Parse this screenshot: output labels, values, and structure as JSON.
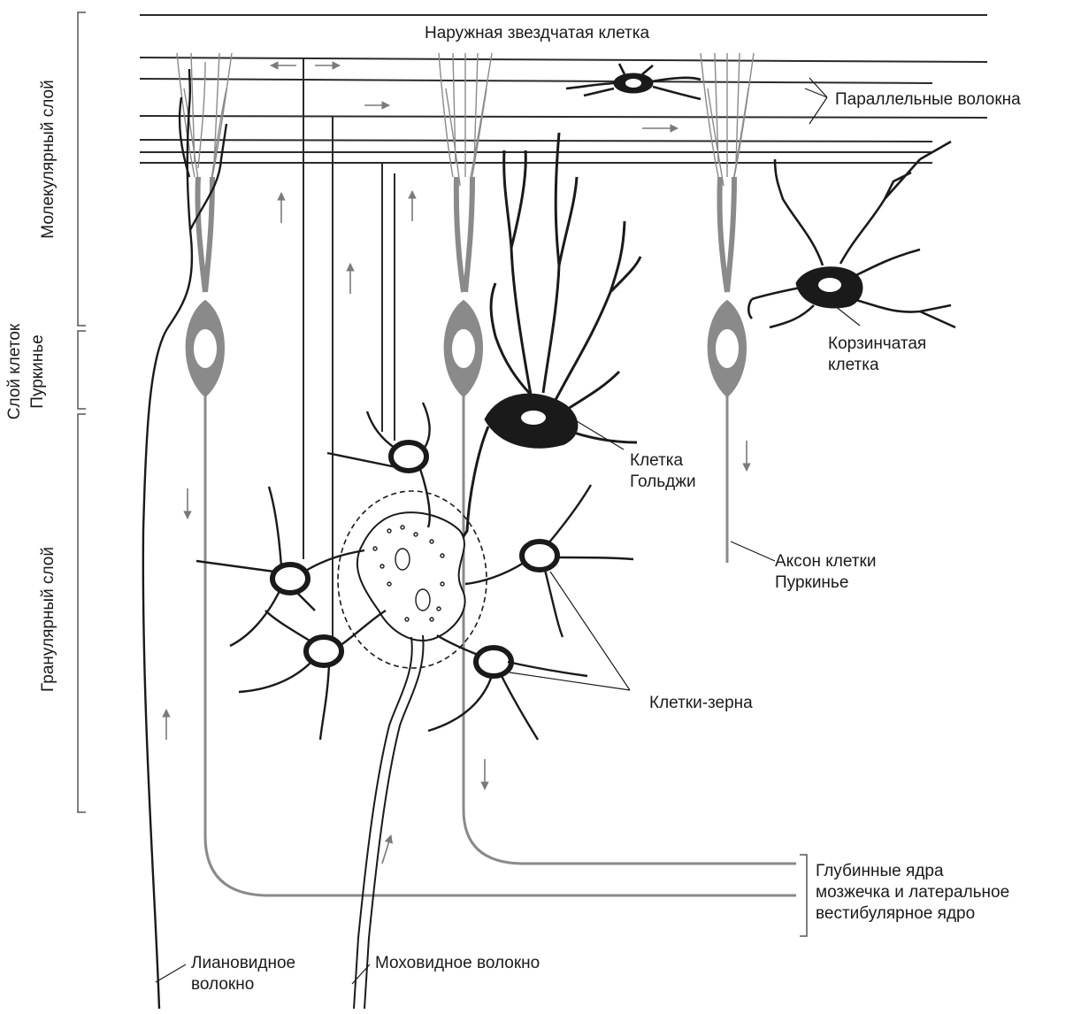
{
  "layers": {
    "molecular": "Молекулярный слой",
    "purkinje_line1": "Слой клеток",
    "purkinje_line2": "Пуркинье",
    "granular": "Гранулярный слой"
  },
  "labels": {
    "outer_stellate": "Наружная звездчатая клетка",
    "parallel_fibers": "Параллельные волокна",
    "basket_line1": "Корзинчатая",
    "basket_line2": "клетка",
    "golgi_line1": "Клетка",
    "golgi_line2": "Гольджи",
    "purkinje_axon_line1": "Аксон клетки",
    "purkinje_axon_line2": "Пуркинье",
    "granule_cells": "Клетки-зерна",
    "deep_nuclei_line1": "Глубинные ядра",
    "deep_nuclei_line2": "мозжечка и латеральное",
    "deep_nuclei_line3": "вестибулярное ядро",
    "climbing_line1": "Лиановидное",
    "climbing_line2": "волокно",
    "mossy_fiber": "Моховидное волокно"
  },
  "colors": {
    "ink": "#1a1a1a",
    "purkinje_gray": "#8a8a8a",
    "fiber_gray": "#7a7a7a"
  }
}
